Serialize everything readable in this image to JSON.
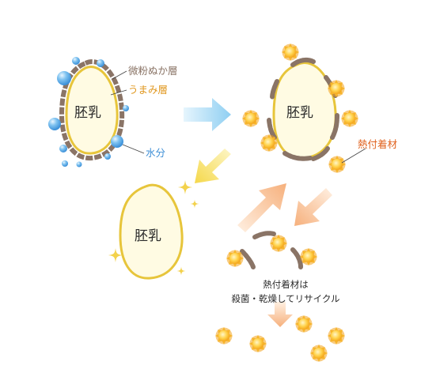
{
  "labels": {
    "bran_layer": "微粉ぬか層",
    "umami_layer": "うまみ層",
    "water": "水分",
    "heat_material": "熱付着材",
    "endosperm": "胚乳",
    "recycle_line1": "熱付着材は",
    "recycle_line2": "殺菌・乾燥してリサイクル"
  },
  "colors": {
    "bran": "#8a7466",
    "umami": "#e0971e",
    "water": "#3f8fd6",
    "heat": "#e0621e",
    "grain_outline": "#e7c53b",
    "arrow_blue": "#8fcff2",
    "arrow_yellow": "#f8e060",
    "arrow_orange": "#f7b98c"
  },
  "icons": [
    "water-droplet-icon",
    "sun-particle-icon",
    "sparkle-icon",
    "arrow-icon"
  ]
}
